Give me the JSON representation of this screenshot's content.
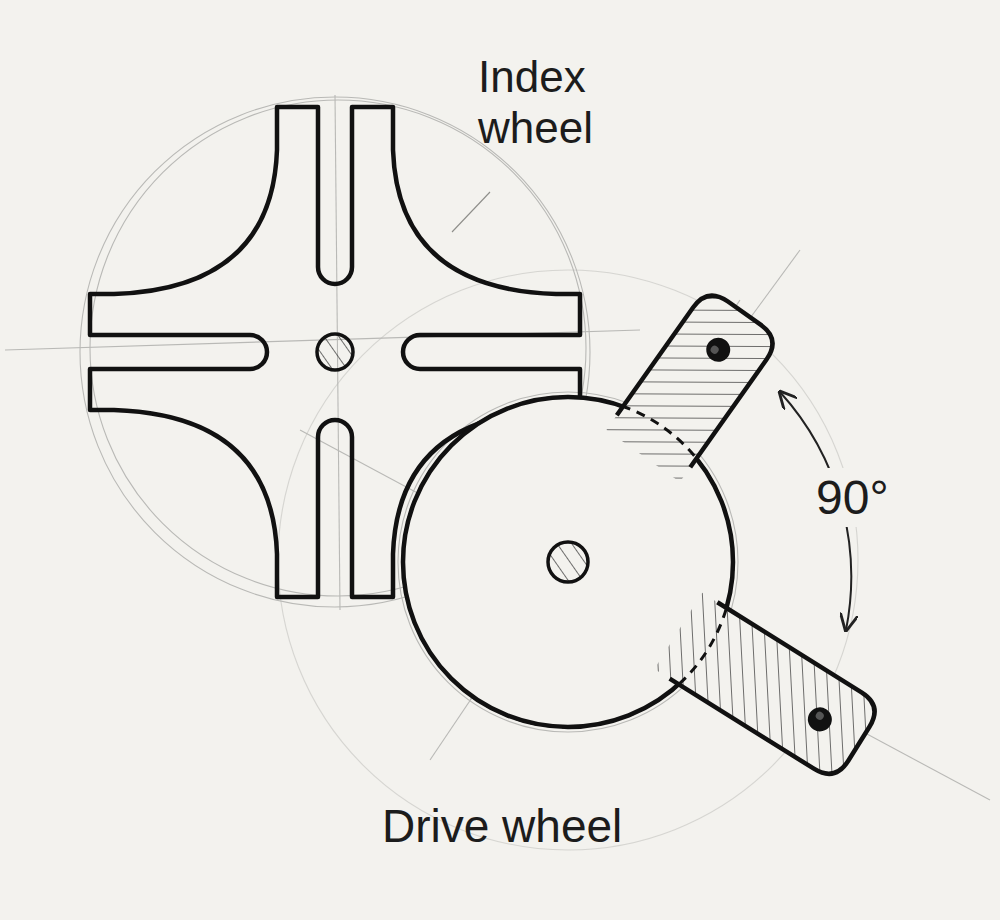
{
  "diagram": {
    "labels": [
      "Index wheel",
      "Drive wheel",
      "90°"
    ]
  }
}
